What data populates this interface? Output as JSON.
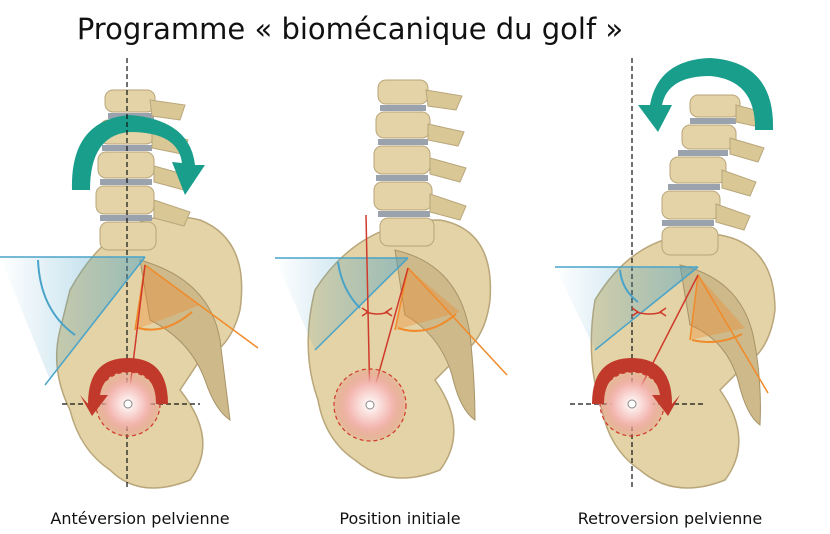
{
  "title": "Programme « biomécanique du golf »",
  "panels": [
    {
      "label": "Antéversion pelvienne",
      "rotation_arrow": "clockwise"
    },
    {
      "label": "Position initiale",
      "rotation_arrow": "none"
    },
    {
      "label": "Retroversion pelvienne",
      "rotation_arrow": "counterclockwise"
    }
  ],
  "colors": {
    "bone": "#e3d3a6",
    "bone_shadow": "#b9a67a",
    "disc": "#9aa3ad",
    "rotation_arrow": "#1a9e8c",
    "hip_arrow": "#c0392b",
    "angle_blue": "#4aa3c8",
    "angle_orange": "#f08a2a",
    "axis_red": "#d03a2a"
  }
}
